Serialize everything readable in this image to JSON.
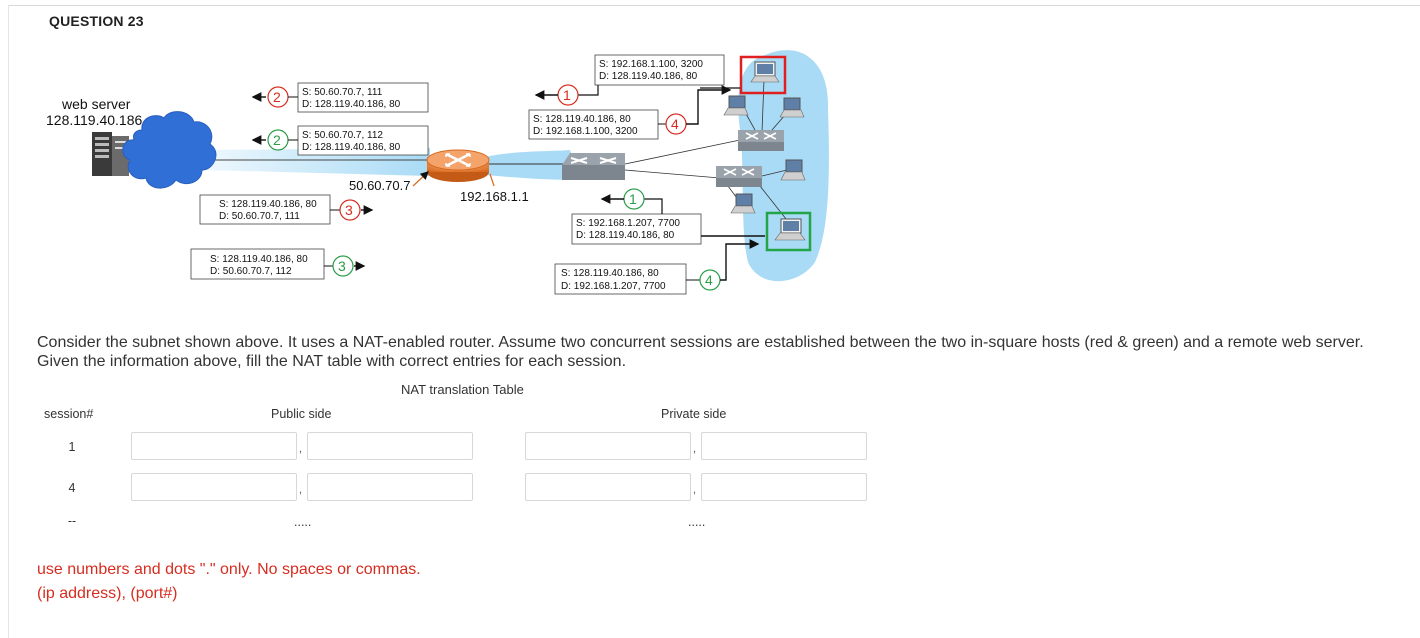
{
  "question": {
    "title": "QUESTION 23"
  },
  "diagram": {
    "web_server_label": "web server",
    "web_server_ip": "128.119.40.186",
    "router_public_ip": "50.60.70.7",
    "router_private_ip": "192.168.1.1",
    "packets": {
      "p2a": {
        "num": "2",
        "s": "S: 50.60.70.7, 111",
        "d": "D: 128.119.40.186, 80"
      },
      "p2b": {
        "num": "2",
        "s": "S: 50.60.70.7, 112",
        "d": "D: 128.119.40.186, 80"
      },
      "p3a": {
        "num": "3",
        "s": "S: 128.119.40.186, 80",
        "d": "D: 50.60.70.7, 111"
      },
      "p3b": {
        "num": "3",
        "s": "S: 128.119.40.186, 80",
        "d": "D: 50.60.70.7, 112"
      },
      "p1a": {
        "num": "1",
        "s": "S: 192.168.1.100, 3200",
        "d": "D: 128.119.40.186, 80"
      },
      "p4a": {
        "num": "4",
        "s": "S: 128.119.40.186, 80",
        "d": "D: 192.168.1.100, 3200"
      },
      "p1b": {
        "num": "1",
        "s": "S: 192.168.1.207, 7700",
        "d": "D: 128.119.40.186, 80"
      },
      "p4b": {
        "num": "4",
        "s": "S: 128.119.40.186, 80",
        "d": "D: 192.168.1.207, 7700"
      }
    },
    "colors": {
      "red": "#d62d20",
      "green": "#2a9d49",
      "lan": "#a9dbf6"
    }
  },
  "prompt": "Consider the subnet shown above. It uses a NAT-enabled router. Assume two concurrent sessions are established between the two in-square hosts (red & green) and a remote web server. Given the information above, fill the NAT table with correct entries for each session.",
  "table": {
    "caption": "NAT translation Table",
    "col_session": "session#",
    "col_public": "Public side",
    "col_private": "Private side",
    "rows": [
      {
        "session": "1",
        "sep": ","
      },
      {
        "session": "4",
        "sep": ","
      }
    ],
    "last_row": {
      "session": "--",
      "public": ".....",
      "private": "....."
    }
  },
  "notes": {
    "line1": "use numbers and dots \".\" only. No spaces or commas.",
    "line2": "(ip address), (port#)"
  }
}
